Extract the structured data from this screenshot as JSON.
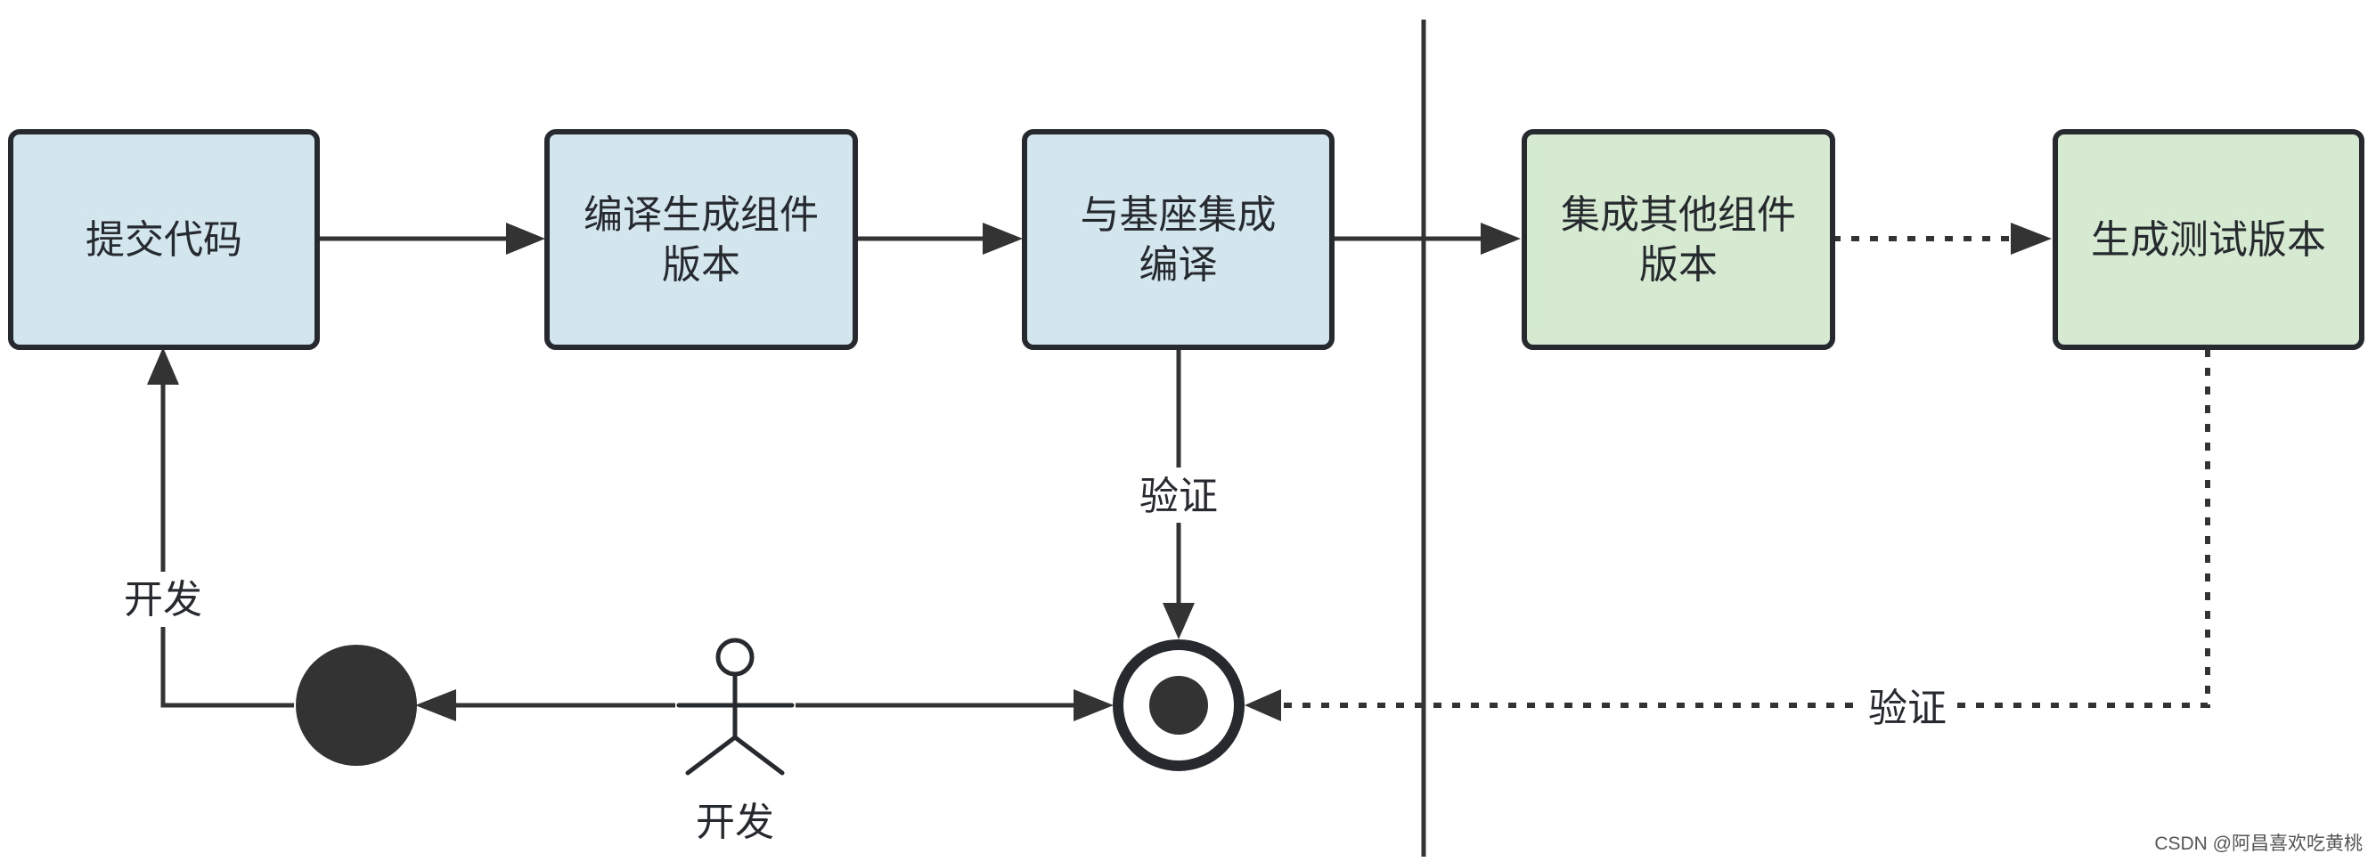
{
  "colors": {
    "blue_fill": "#d3e6ee",
    "green_fill": "#d6ead2",
    "stroke": "#262a2e",
    "line": "#333333"
  },
  "nodes": [
    {
      "id": "submit-code",
      "lines": [
        "提交代码"
      ],
      "fill": "blue"
    },
    {
      "id": "compile-component",
      "lines": [
        "编译生成组件",
        "版本"
      ],
      "fill": "blue"
    },
    {
      "id": "integrate-base",
      "lines": [
        "与基座集成",
        "编译"
      ],
      "fill": "blue"
    },
    {
      "id": "integrate-others",
      "lines": [
        "集成其他组件",
        "版本"
      ],
      "fill": "green"
    },
    {
      "id": "generate-test",
      "lines": [
        "生成测试版本"
      ],
      "fill": "green"
    }
  ],
  "labels": {
    "verify_mid": "验证",
    "develop_left": "开发",
    "verify_right": "验证"
  },
  "actor": {
    "name": "开发",
    "icon": "stick-figure-icon"
  },
  "states": {
    "start": "start-state-icon",
    "end": "end-state-icon"
  },
  "watermark": "CSDN @阿昌喜欢吃黄桃"
}
